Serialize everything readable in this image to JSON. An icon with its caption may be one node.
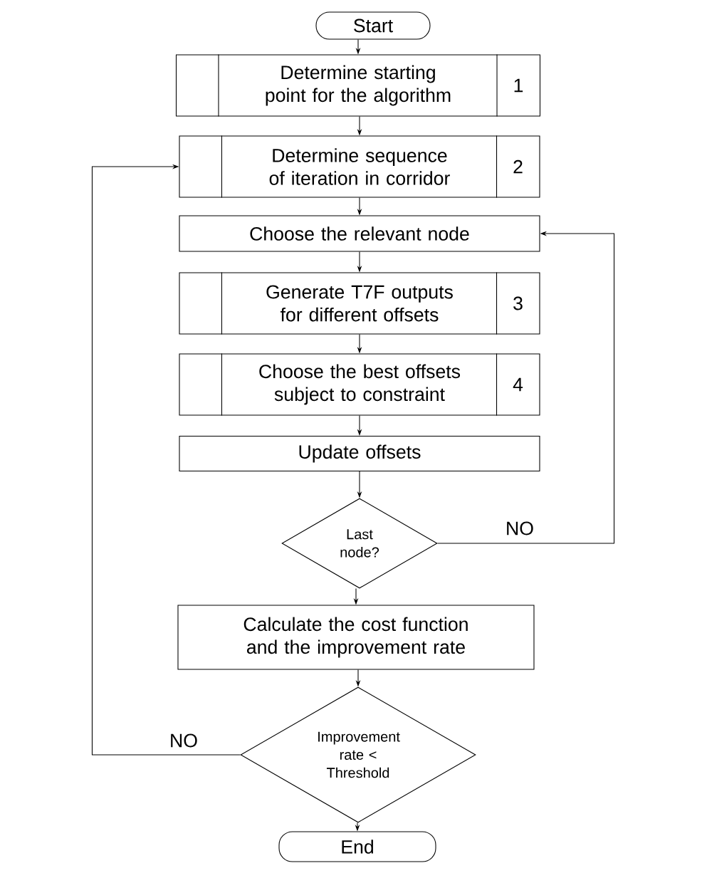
{
  "diagram": {
    "nodes": [
      {
        "text": [
          "Start"
        ]
      },
      {
        "text": [
          "Determine starting point for the algorithm",
          "1"
        ]
      },
      {
        "text": [
          "Determine sequence of iteration in corridor",
          "2"
        ]
      },
      {
        "text": [
          "Choose the relevant node"
        ]
      },
      {
        "text": [
          "Generate T7F outputs for different offsets",
          "3"
        ]
      },
      {
        "text": [
          "Choose the best offsets subject to constraint",
          "4"
        ]
      },
      {
        "text": [
          "Update offsets"
        ]
      },
      {
        "text": [
          "Last node?"
        ]
      },
      {
        "text": [
          "Calculate the cost function and the improvement rate"
        ]
      },
      {
        "text": [
          "Improvement rate < Threshold"
        ]
      },
      {
        "text": [
          "End"
        ]
      }
    ],
    "edges": [
      {
        "from": 0,
        "to": 1,
        "arrow": "to"
      },
      {
        "from": 1,
        "to": 2,
        "arrow": "to"
      },
      {
        "from": 2,
        "to": 3,
        "arrow": "to"
      },
      {
        "from": 3,
        "to": 4,
        "arrow": "to"
      },
      {
        "from": 4,
        "to": 5,
        "arrow": "to"
      },
      {
        "from": 5,
        "to": 6,
        "arrow": "to"
      },
      {
        "from": 6,
        "to": 7,
        "arrow": "to"
      },
      {
        "from": 7,
        "to": 3,
        "arrow": "to",
        "label": "NO"
      },
      {
        "from": 7,
        "to": 8,
        "arrow": "to"
      },
      {
        "from": 8,
        "to": 9,
        "arrow": "to"
      },
      {
        "from": 9,
        "to": 2,
        "arrow": "to",
        "label": "NO"
      },
      {
        "from": 9,
        "to": 10,
        "arrow": "to"
      }
    ]
  }
}
